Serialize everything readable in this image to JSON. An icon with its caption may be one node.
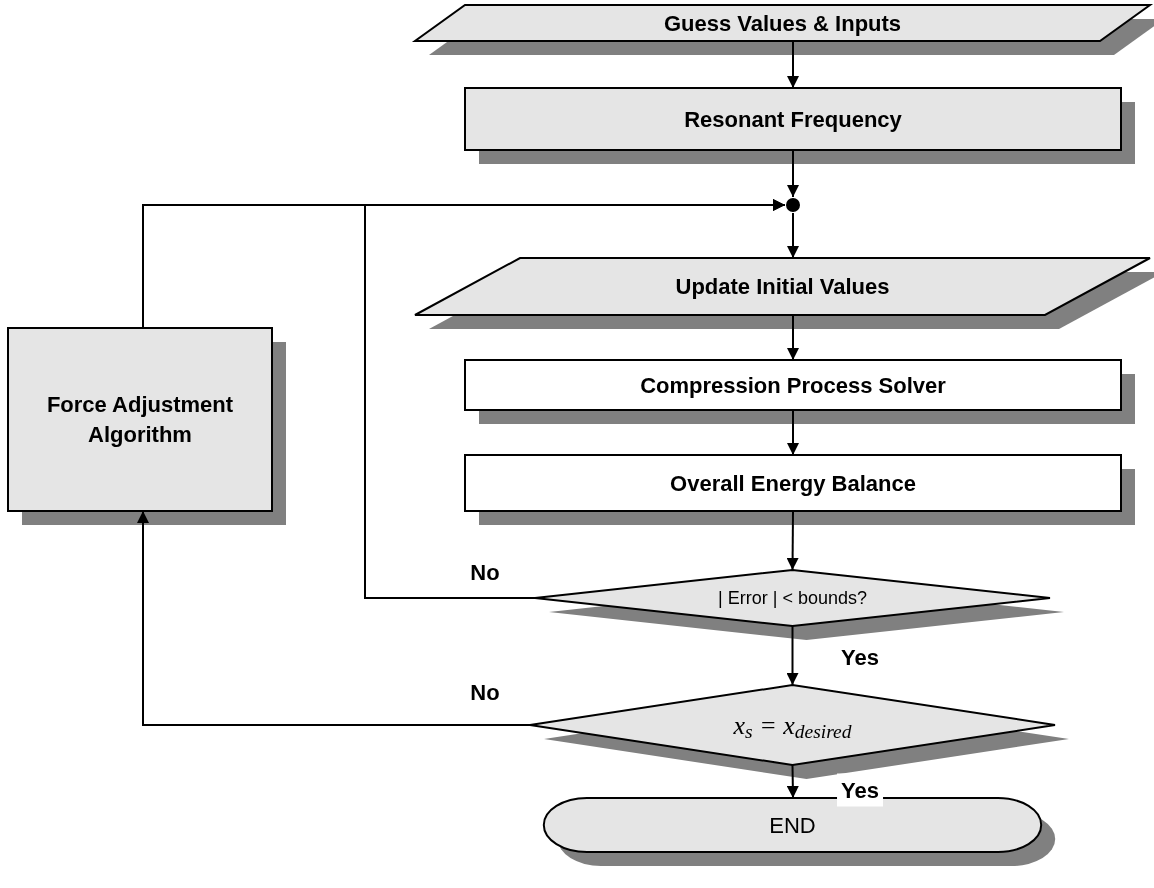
{
  "diagram": {
    "nodes": [
      {
        "text": [
          "Guess Values & Inputs"
        ]
      },
      {
        "text": [
          "Resonant Frequency"
        ]
      },
      {
        "text": [],
        "shape": "circle"
      },
      {
        "text": [
          "Update Initial Values"
        ]
      },
      {
        "text": [
          "Compression Process Solver"
        ]
      },
      {
        "text": [
          "Overall Energy Balance"
        ]
      },
      {
        "text": [
          "| Error | < bounds?"
        ]
      },
      {
        "text": [
          "x$_{s}$ = x$_{desired}$"
        ]
      },
      {
        "text": [
          "END"
        ]
      },
      {
        "text": [
          "Force Adjustment Algorithm"
        ]
      }
    ],
    "edges": [
      {
        "from": 0,
        "to": 1,
        "arrow": "to"
      },
      {
        "from": 1,
        "to": 2,
        "arrow": "to"
      },
      {
        "from": 2,
        "to": 3,
        "arrow": "to"
      },
      {
        "from": 3,
        "to": 4,
        "arrow": "to"
      },
      {
        "from": 4,
        "to": 5,
        "arrow": "to"
      },
      {
        "from": 5,
        "to": 6,
        "arrow": "to"
      },
      {
        "from": 6,
        "to": 2,
        "arrow": "to",
        "label": "No"
      },
      {
        "from": 6,
        "to": 7,
        "arrow": "to",
        "label": "Yes"
      },
      {
        "from": 7,
        "to": 9,
        "arrow": "to",
        "label": "No"
      },
      {
        "from": 7,
        "to": 8,
        "arrow": "to",
        "label": "Yes"
      },
      {
        "from": 9,
        "to": 2,
        "arrow": "to"
      }
    ]
  }
}
